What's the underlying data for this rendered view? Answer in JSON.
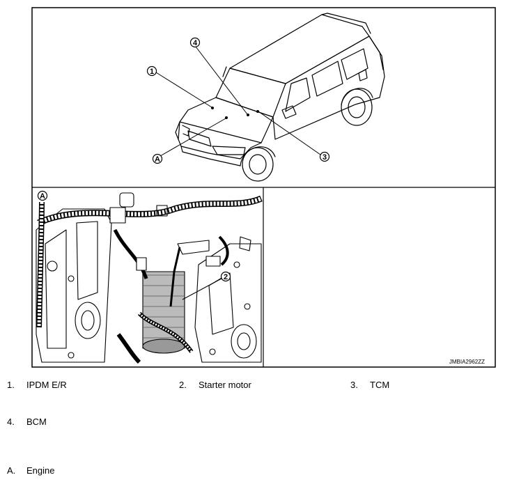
{
  "figure": {
    "id_code": "JMBIA2962ZZ",
    "callouts": {
      "c1": "1",
      "c2": "2",
      "c3": "3",
      "c4": "4",
      "cA": "A",
      "cA_inset": "A"
    }
  },
  "legend": [
    {
      "num": "1.",
      "text": "IPDM E/R"
    },
    {
      "num": "2.",
      "text": "Starter motor"
    },
    {
      "num": "3.",
      "text": "TCM"
    },
    {
      "num": "4.",
      "text": "BCM"
    },
    {
      "num": "A.",
      "text": "Engine"
    }
  ]
}
